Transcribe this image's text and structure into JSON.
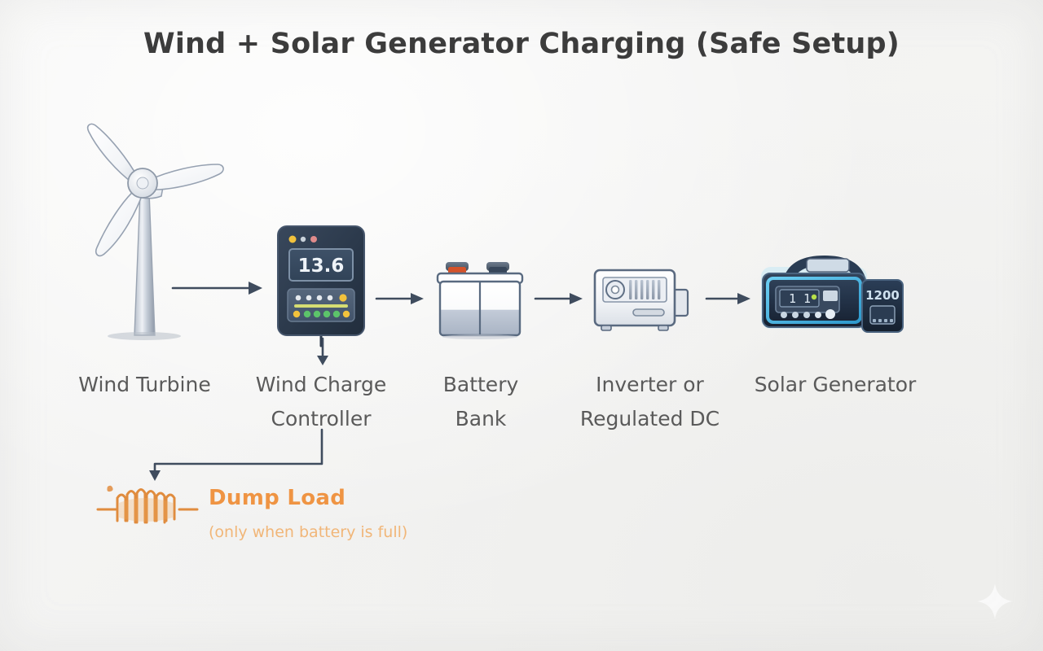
{
  "page": {
    "title": "Wind + Solar Generator Charging (Safe Setup)",
    "background_color": "#f6f6f5",
    "title_color": "#3c3c3c"
  },
  "colors": {
    "arrow": "#3f4c5e",
    "label_text": "#5a5a5a",
    "dump_load_accent": "#ef9443",
    "dump_load_sub": "#f1b678",
    "controller_body": "#2c3a4c",
    "generator_accent": "#4fc3f7"
  },
  "flow": {
    "nodes": [
      {
        "id": "wind-turbine",
        "label": "Wind Turbine",
        "icon": "wind-turbine-icon"
      },
      {
        "id": "charge-controller",
        "label": "Wind Charge\nController",
        "icon": "charge-controller-icon"
      },
      {
        "id": "battery-bank",
        "label": "Battery\nBank",
        "icon": "battery-bank-icon"
      },
      {
        "id": "inverter",
        "label": "Inverter or\nRegulated DC",
        "icon": "inverter-icon"
      },
      {
        "id": "solar-generator",
        "label": "Solar Generator",
        "icon": "solar-generator-icon"
      }
    ],
    "arrows": [
      {
        "id": "arrow-turbine-to-controller",
        "direction": "right"
      },
      {
        "id": "arrow-controller-to-battery",
        "direction": "right"
      },
      {
        "id": "arrow-battery-to-inverter",
        "direction": "right"
      },
      {
        "id": "arrow-inverter-to-generator",
        "direction": "right"
      },
      {
        "id": "arrow-controller-down",
        "direction": "down"
      },
      {
        "id": "arrow-controller-to-dump-load",
        "direction": "down-left-elbow"
      }
    ]
  },
  "charge_controller": {
    "display_value": "13.6",
    "status_leds": [
      "#f2c23c",
      "#c9d2da",
      "#e08b8b"
    ],
    "top_row_dots": [
      "#e4e9ee",
      "#e4e9ee",
      "#e4e9ee",
      "#e4e9ee",
      "#f2c23c"
    ],
    "bottom_row_dots": [
      "#f2c23c",
      "#5cc46a",
      "#5cc46a",
      "#5cc46a",
      "#5cc46a",
      "#f2c23c"
    ],
    "bar_color": "#d6dd73"
  },
  "solar_generator": {
    "side_panel_text": "1200",
    "display_segments": "1 1"
  },
  "dump_load": {
    "title": "Dump Load",
    "subtitle": "(only when battery is full)",
    "icon": "dump-load-coil-icon"
  },
  "watermark": {
    "icon": "sparkle-icon"
  }
}
